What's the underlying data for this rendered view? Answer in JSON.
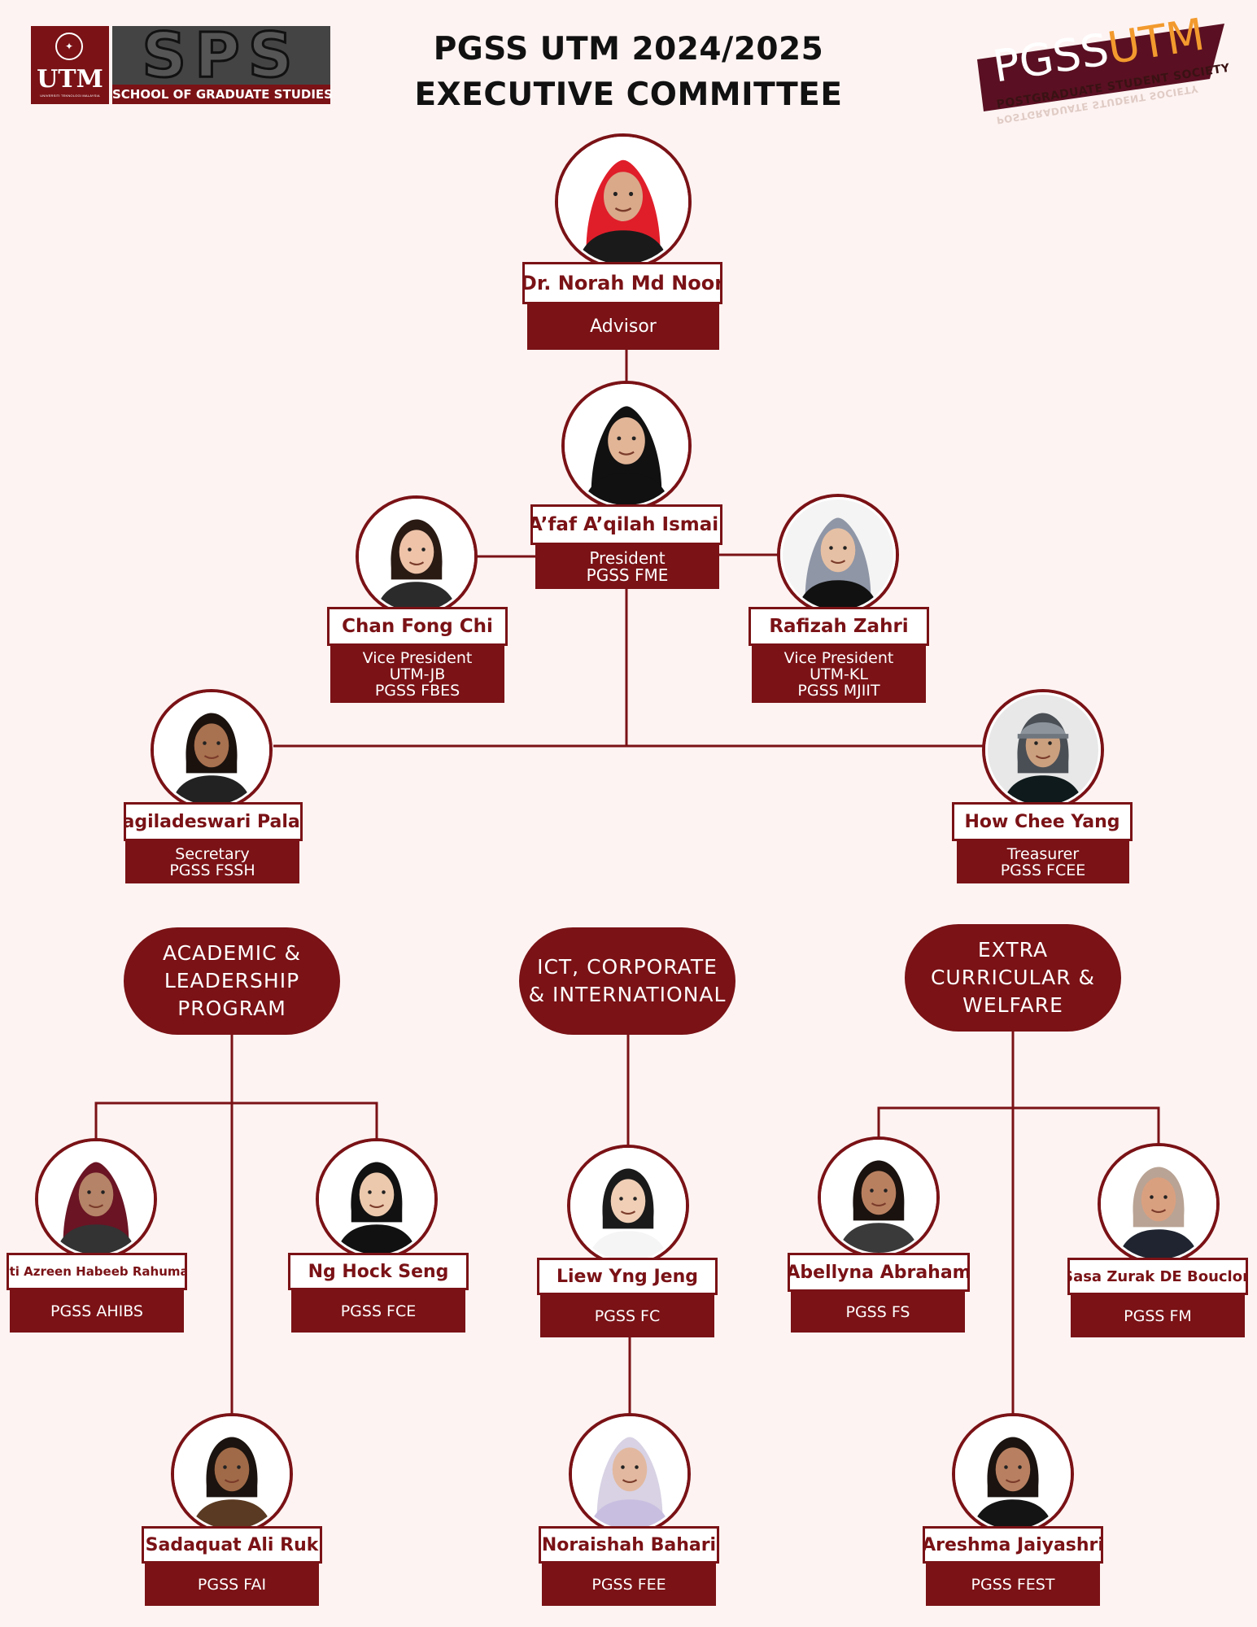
{
  "title": {
    "line1": "PGSS UTM 2024/2025",
    "line2": "EXECUTIVE COMMITTEE"
  },
  "logos": {
    "utm": "UTM",
    "utm_sub": "UNIVERSITI TEKNOLOGI MALAYSIA",
    "sps": "SPS",
    "sps_sub": "SCHOOL OF GRADUATE STUDIES",
    "pgss_word1": "PGSS",
    "pgss_word2": "UTM",
    "pgss_tagline": "POSTGRADUATE STUDENT SOCIETY"
  },
  "colors": {
    "maroon": "#7a1216",
    "background": "#fdf3f2",
    "accent_orange": "#f29a2e"
  },
  "members": {
    "advisor": {
      "name": "Dr. Norah Md Noor",
      "roles": [
        "Advisor"
      ]
    },
    "president": {
      "name": "A’faf A’qilah Ismail",
      "roles": [
        "President",
        "PGSS FME"
      ]
    },
    "vp_jb": {
      "name": "Chan Fong Chi",
      "roles": [
        "Vice President",
        "UTM-JB",
        "PGSS FBES"
      ]
    },
    "vp_kl": {
      "name": "Rafizah Zahri",
      "roles": [
        "Vice President",
        "UTM-KL",
        "PGSS MJIIT"
      ]
    },
    "secretary": {
      "name": "Hagiladeswari Palani",
      "roles": [
        "Secretary",
        "PGSS FSSH"
      ]
    },
    "treasurer": {
      "name": "How Chee Yang",
      "roles": [
        "Treasurer",
        "PGSS FCEE"
      ]
    },
    "siti": {
      "name": "Siti Azreen Habeeb Rahuman",
      "roles": [
        "PGSS AHIBS"
      ]
    },
    "ng": {
      "name": "Ng Hock Seng",
      "roles": [
        "PGSS FCE"
      ]
    },
    "liew": {
      "name": "Liew Yng Jeng",
      "roles": [
        "PGSS FC"
      ]
    },
    "abellyna": {
      "name": "Abellyna Abraham",
      "roles": [
        "PGSS FS"
      ]
    },
    "sasa": {
      "name": "Sasa Zurak DE Bouclon",
      "roles": [
        "PGSS FM"
      ]
    },
    "sadaquat": {
      "name": "Sadaquat Ali Ruk",
      "roles": [
        "PGSS FAI"
      ]
    },
    "noraishah": {
      "name": "Noraishah Bahari",
      "roles": [
        "PGSS FEE"
      ]
    },
    "areshma": {
      "name": "Areshma Jaiyashri",
      "roles": [
        "PGSS FEST"
      ]
    }
  },
  "divisions": {
    "academic": "ACADEMIC & LEADERSHIP PROGRAM",
    "ict": "ICT, CORPORATE & INTERNATIONAL",
    "extra": "EXTRA CURRICULAR & WELFARE"
  }
}
